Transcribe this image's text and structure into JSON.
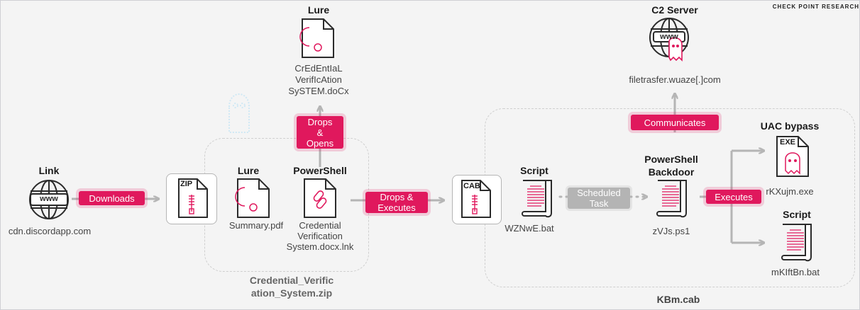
{
  "brand": "CHECK POINT RESEARCH",
  "colors": {
    "accent": "#e0185d",
    "arrow": "#b5b5b5",
    "text": "#444444"
  },
  "link": {
    "title": "Link",
    "domain": "cdn.discordapp.com",
    "icon": "globe-www-icon",
    "www": "www"
  },
  "edges": {
    "downloads": "Downloads",
    "drops_opens": [
      "Drops",
      "&",
      "Opens"
    ],
    "drops_executes": [
      "Drops &",
      "Executes"
    ],
    "scheduled_task": [
      "Scheduled",
      "Task"
    ],
    "executes": "Executes",
    "communicates": "Communicates"
  },
  "zip_container": {
    "icon": "zip-file-icon",
    "badge": "ZIP",
    "name": [
      "Credential_Verific",
      "ation_System.zip"
    ]
  },
  "lure_pdf": {
    "title": "Lure",
    "file": "Summary.pdf",
    "icon": "document-icon"
  },
  "powershell_lnk": {
    "title": "PowerShell",
    "file": [
      "Credential",
      "Verification",
      "System.docx.lnk"
    ],
    "icon": "link-file-icon"
  },
  "lure_docx": {
    "title": "Lure",
    "file": [
      "CrEdEntIaL",
      "VerifIcAtion",
      "SySTEM.doCx"
    ],
    "icon": "document-icon"
  },
  "cab_container": {
    "icon": "cab-file-icon",
    "badge": "CAB",
    "name": "KBm.cab"
  },
  "script_bat": {
    "title": "Script",
    "file": "WZNwE.bat",
    "icon": "script-scroll-icon"
  },
  "ps_backdoor": {
    "title": [
      "PowerShell",
      "Backdoor"
    ],
    "file": "zVJs.ps1",
    "icon": "script-scroll-icon"
  },
  "c2": {
    "title": "C2 Server",
    "domain": "filetrasfer.wuaze[.]com",
    "icon": "globe-ghost-icon",
    "www": "www"
  },
  "uac": {
    "title": "UAC bypass",
    "file": "rKXujm.exe",
    "icon": "exe-ghost-icon",
    "badge": "EXE"
  },
  "script2": {
    "title": "Script",
    "file": "mKIftBn.bat",
    "icon": "script-scroll-icon"
  }
}
